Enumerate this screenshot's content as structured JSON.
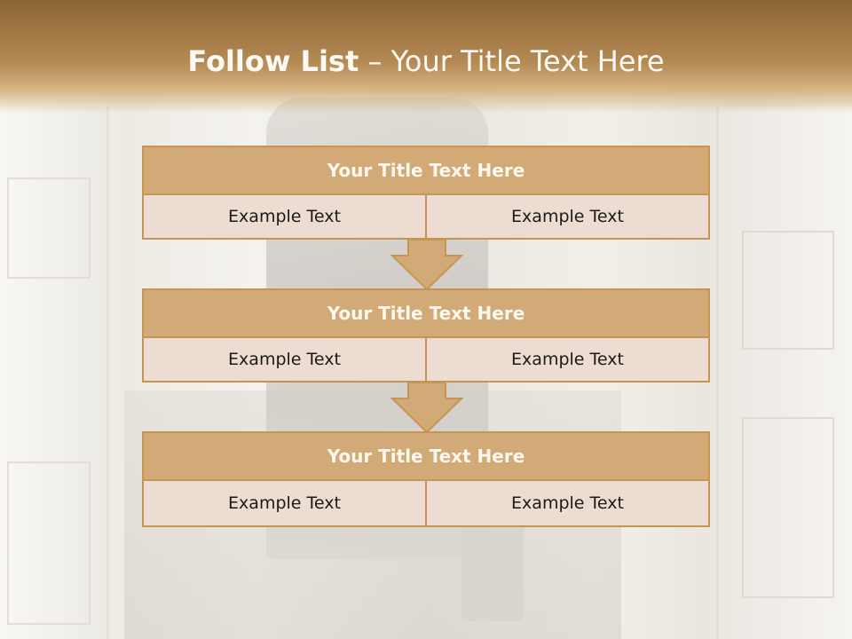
{
  "header": {
    "title_bold": "Follow List",
    "title_rest": " – Your Title Text Here"
  },
  "blocks": [
    {
      "title": "Your Title Text Here",
      "left": "Example Text",
      "right": "Example Text"
    },
    {
      "title": "Your Title Text Here",
      "left": "Example Text",
      "right": "Example Text"
    },
    {
      "title": "Your Title Text Here",
      "left": "Example Text",
      "right": "Example Text"
    }
  ],
  "colors": {
    "header_dark": "#8a6532",
    "title_fill": "#d2aa78",
    "cell_fill": "#eddcd1",
    "border": "#c69455"
  }
}
